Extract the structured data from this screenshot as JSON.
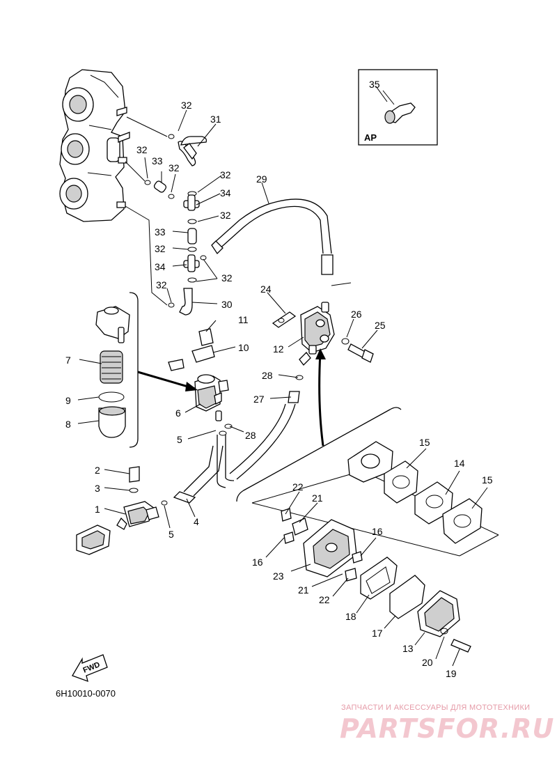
{
  "diagram": {
    "code": "6H10010-0070",
    "ap_label": "AP",
    "fwd_label": "FWD",
    "callouts": [
      "1",
      "2",
      "3",
      "4",
      "5",
      "5",
      "6",
      "7",
      "8",
      "9",
      "10",
      "11",
      "12",
      "13",
      "14",
      "15",
      "15",
      "16",
      "16",
      "17",
      "18",
      "19",
      "20",
      "21",
      "21",
      "22",
      "22",
      "23",
      "24",
      "25",
      "26",
      "27",
      "28",
      "28",
      "29",
      "30",
      "31",
      "32",
      "32",
      "32",
      "32",
      "32",
      "32",
      "32",
      "32",
      "33",
      "33",
      "34",
      "34",
      "35"
    ]
  },
  "watermark": {
    "tagline": "ЗАПЧАСТИ И АКСЕССУАРЫ ДЛЯ МОТОТЕХНИКИ",
    "logo": "PARTSFOR.RU"
  },
  "colors": {
    "line": "#000000",
    "background": "#ffffff",
    "watermark": "#e59aa7"
  }
}
